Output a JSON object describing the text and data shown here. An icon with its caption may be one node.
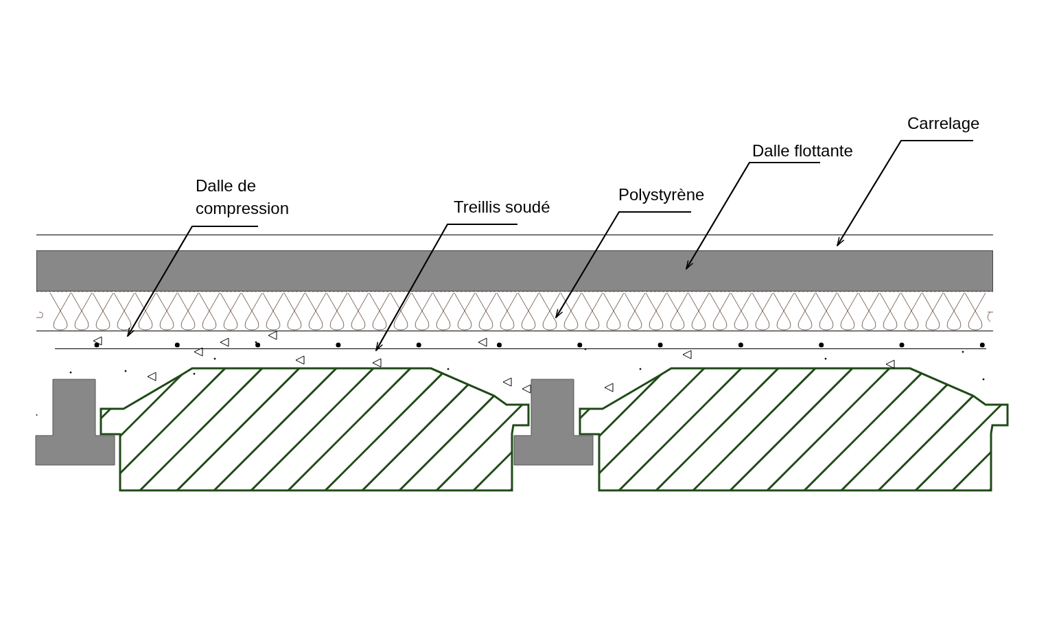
{
  "diagram": {
    "nodes": [
      {
        "text": [
          "Carrelage"
        ]
      },
      {
        "text": [
          "Dalle flottante"
        ]
      },
      {
        "text": [
          "Dalle de compression"
        ]
      },
      {
        "text": [
          "Polystyrène"
        ]
      },
      {
        "text": [
          "Treillis soudé"
        ]
      },
      {
        "text": [],
        "shape": "box"
      },
      {
        "text": [],
        "shape": "box"
      },
      {
        "text": [],
        "shape": "box"
      },
      {
        "text": [],
        "shape": "box"
      },
      {
        "text": [],
        "shape": "bar",
        "in": 8
      }
    ],
    "edges": [
      {
        "from": 0,
        "to": 5,
        "arrow": "to"
      },
      {
        "from": 1,
        "to": 6,
        "arrow": "to"
      },
      {
        "from": 2,
        "to": 8,
        "arrow": "to"
      },
      {
        "from": 3,
        "to": 7,
        "arrow": "to"
      },
      {
        "from": 4,
        "to": 9,
        "arrow": "to"
      }
    ]
  }
}
